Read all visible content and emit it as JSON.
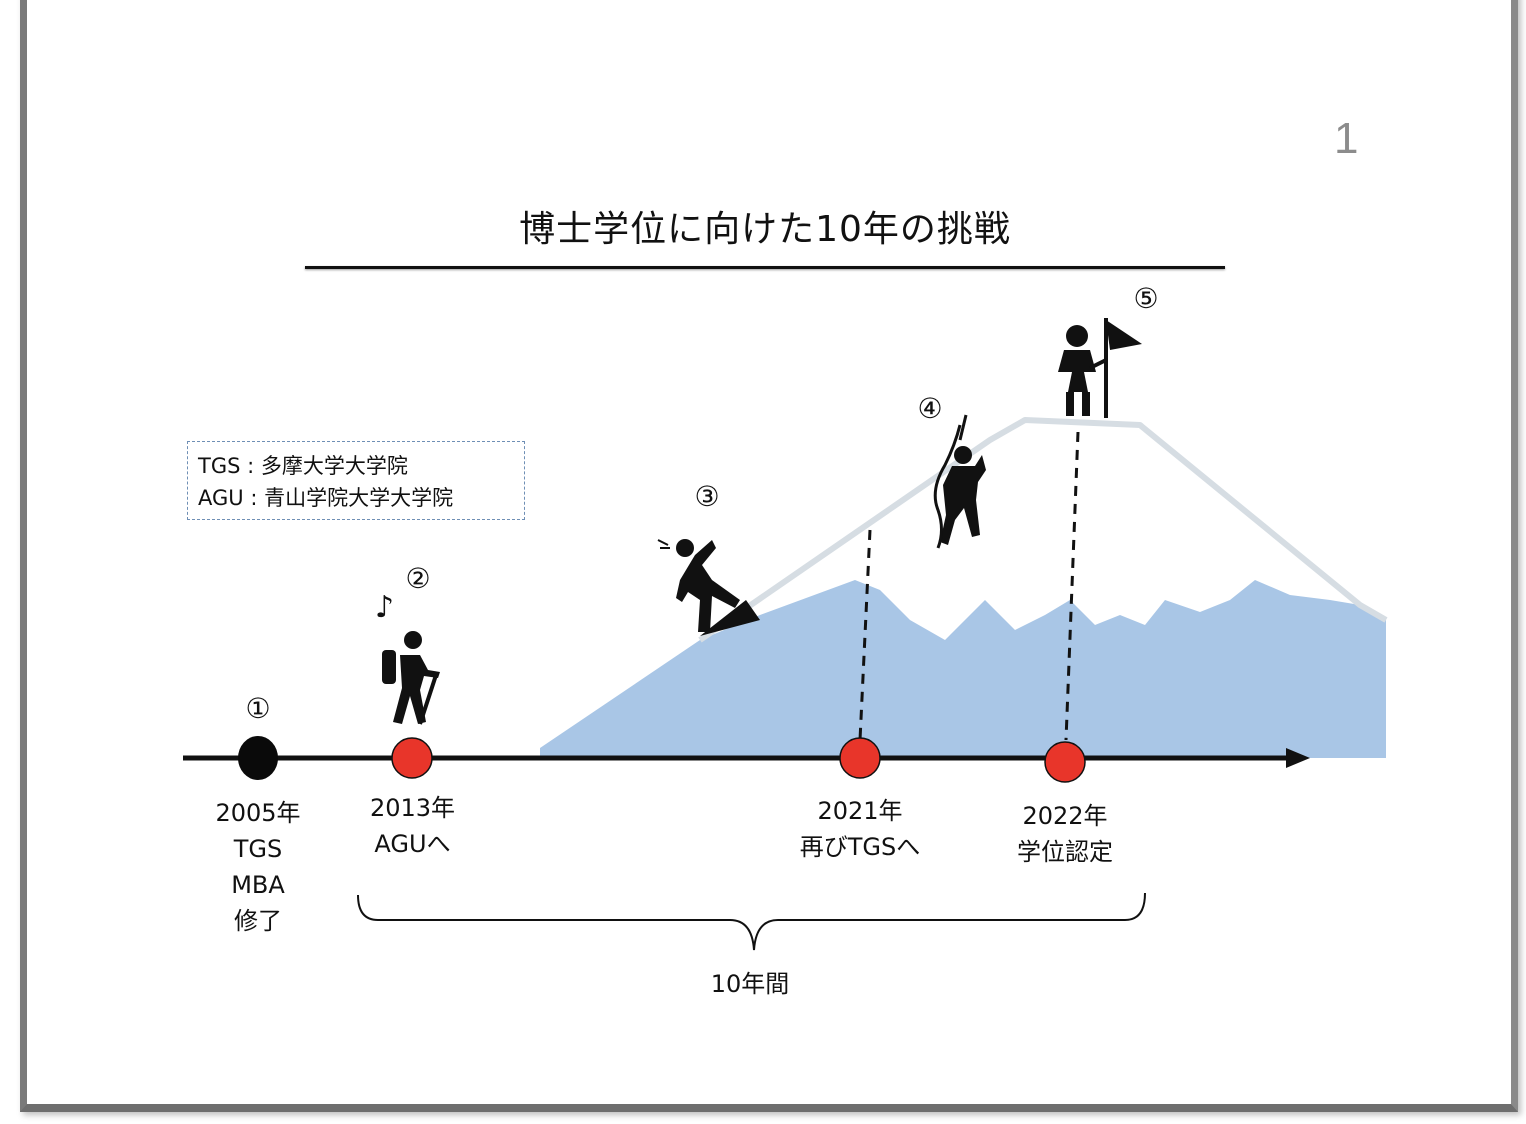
{
  "page_number": "1",
  "title": "博士学位に向けた10年の挑戦",
  "legend": {
    "line1": "TGS : 多摩大学大学院",
    "line2": "AGU : 青山学院大学大学院"
  },
  "events": [
    {
      "marker": "①",
      "year": "2005年",
      "line2": "TGS",
      "line3": "MBA",
      "line4": "修了"
    },
    {
      "marker": "②",
      "year": "2013年",
      "line2": "AGUへ"
    },
    {
      "marker": "③"
    },
    {
      "marker": "④",
      "year": "2021年",
      "line2": "再びTGSへ"
    },
    {
      "marker": "⑤",
      "year": "2022年",
      "line2": "学位認定"
    }
  ],
  "span_label": "10年間",
  "music_note": "♪",
  "colors": {
    "mountain_fill": "#a9c6e6",
    "ridge_line": "#d6dde3",
    "milestone_red": "#e8352a",
    "start_black": "#0a0a0a"
  }
}
